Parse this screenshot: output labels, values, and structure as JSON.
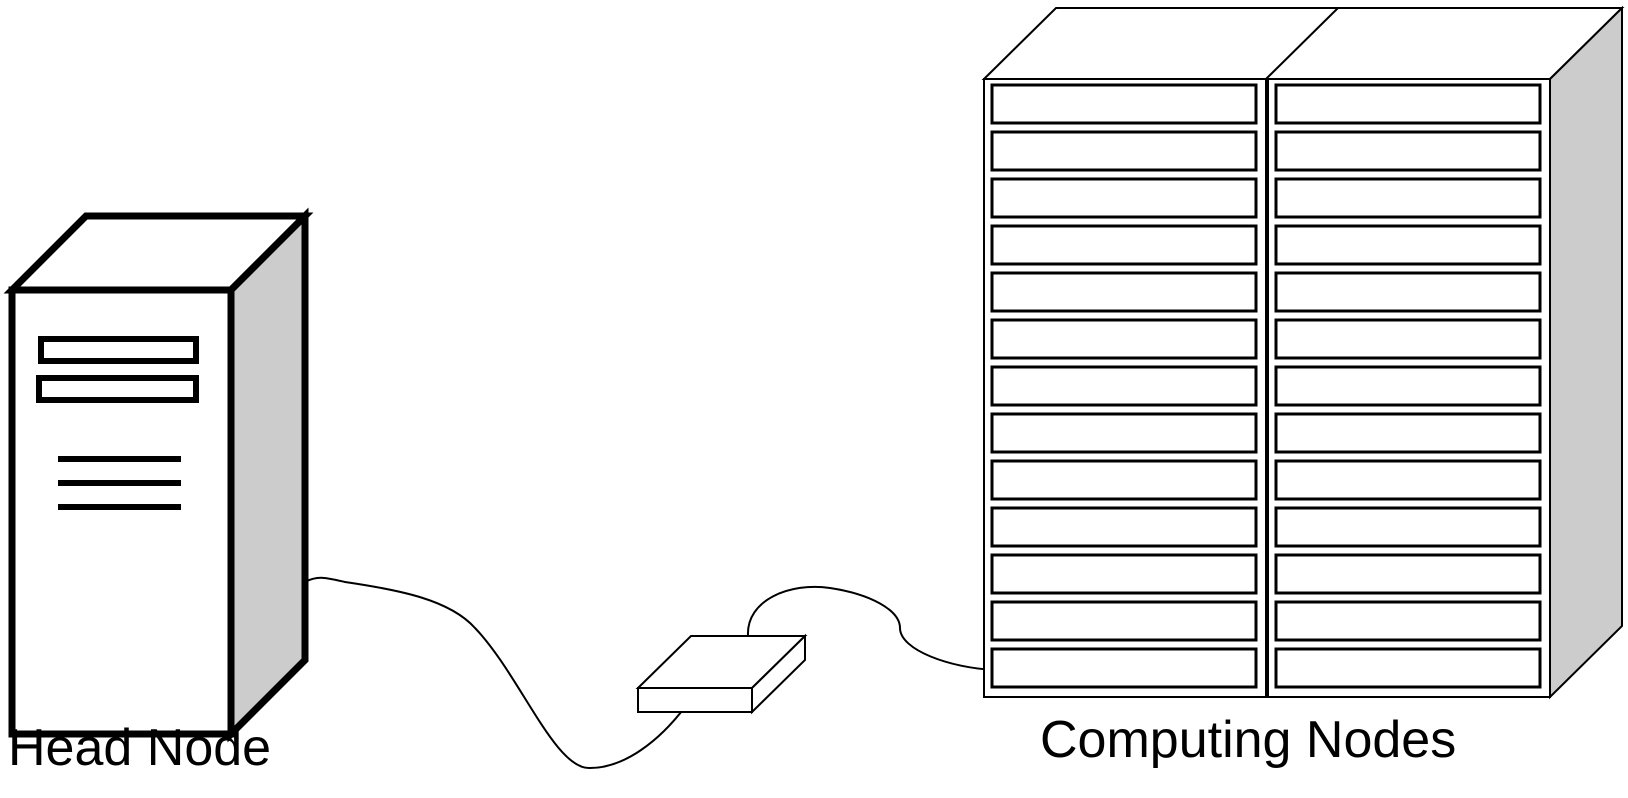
{
  "labels": {
    "head_node": "Head Node",
    "computing_nodes": "Computing Nodes"
  },
  "colors": {
    "stroke": "#000000",
    "side_panel": "#cccccc",
    "face": "#ffffff"
  },
  "rack": {
    "columns": 2,
    "slots_per_column": 13
  }
}
